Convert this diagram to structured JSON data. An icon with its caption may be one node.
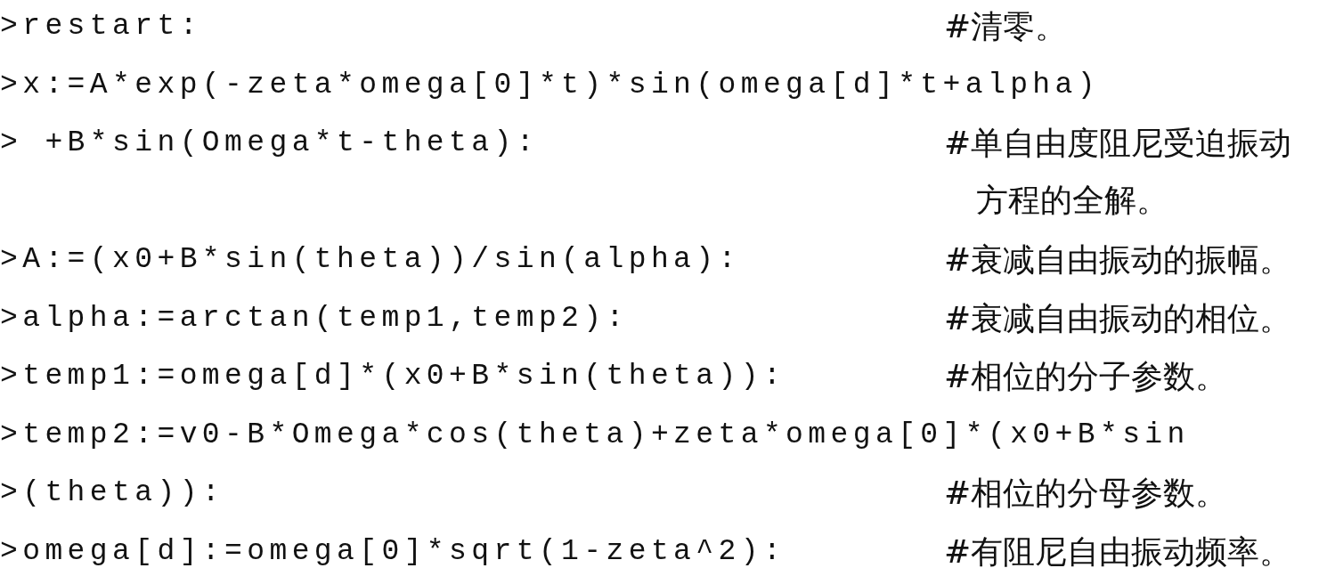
{
  "diagram": {
    "labels": [
      ">restart:",
      "#清零。",
      ">x:=A*exp(-zeta*omega[0]*t)*sin(omega[d]*t+alpha)",
      "> +B*sin(Omega*t-theta):",
      "#单自由度阻尼受迫振动方程的全解。",
      ">A:=(x0+B*sin(theta))/sin(alpha):",
      "#衰减自由振动的振幅。",
      ">alpha:=arctan(temp1,temp2):",
      "#衰减自由振动的相位。",
      ">temp1:=omega[d]*(x0+B*sin(theta)):",
      "#相位的分子参数。",
      ">temp2:=v0-B*Omega*cos(theta)+zeta*omega[0]*(x0+B*sin",
      ">(theta)):",
      "#相位的分母参数。",
      ">omega[d]:=omega[0]*sqrt(1-zeta^2):",
      "#有阻尼自由振动频率。"
    ]
  }
}
